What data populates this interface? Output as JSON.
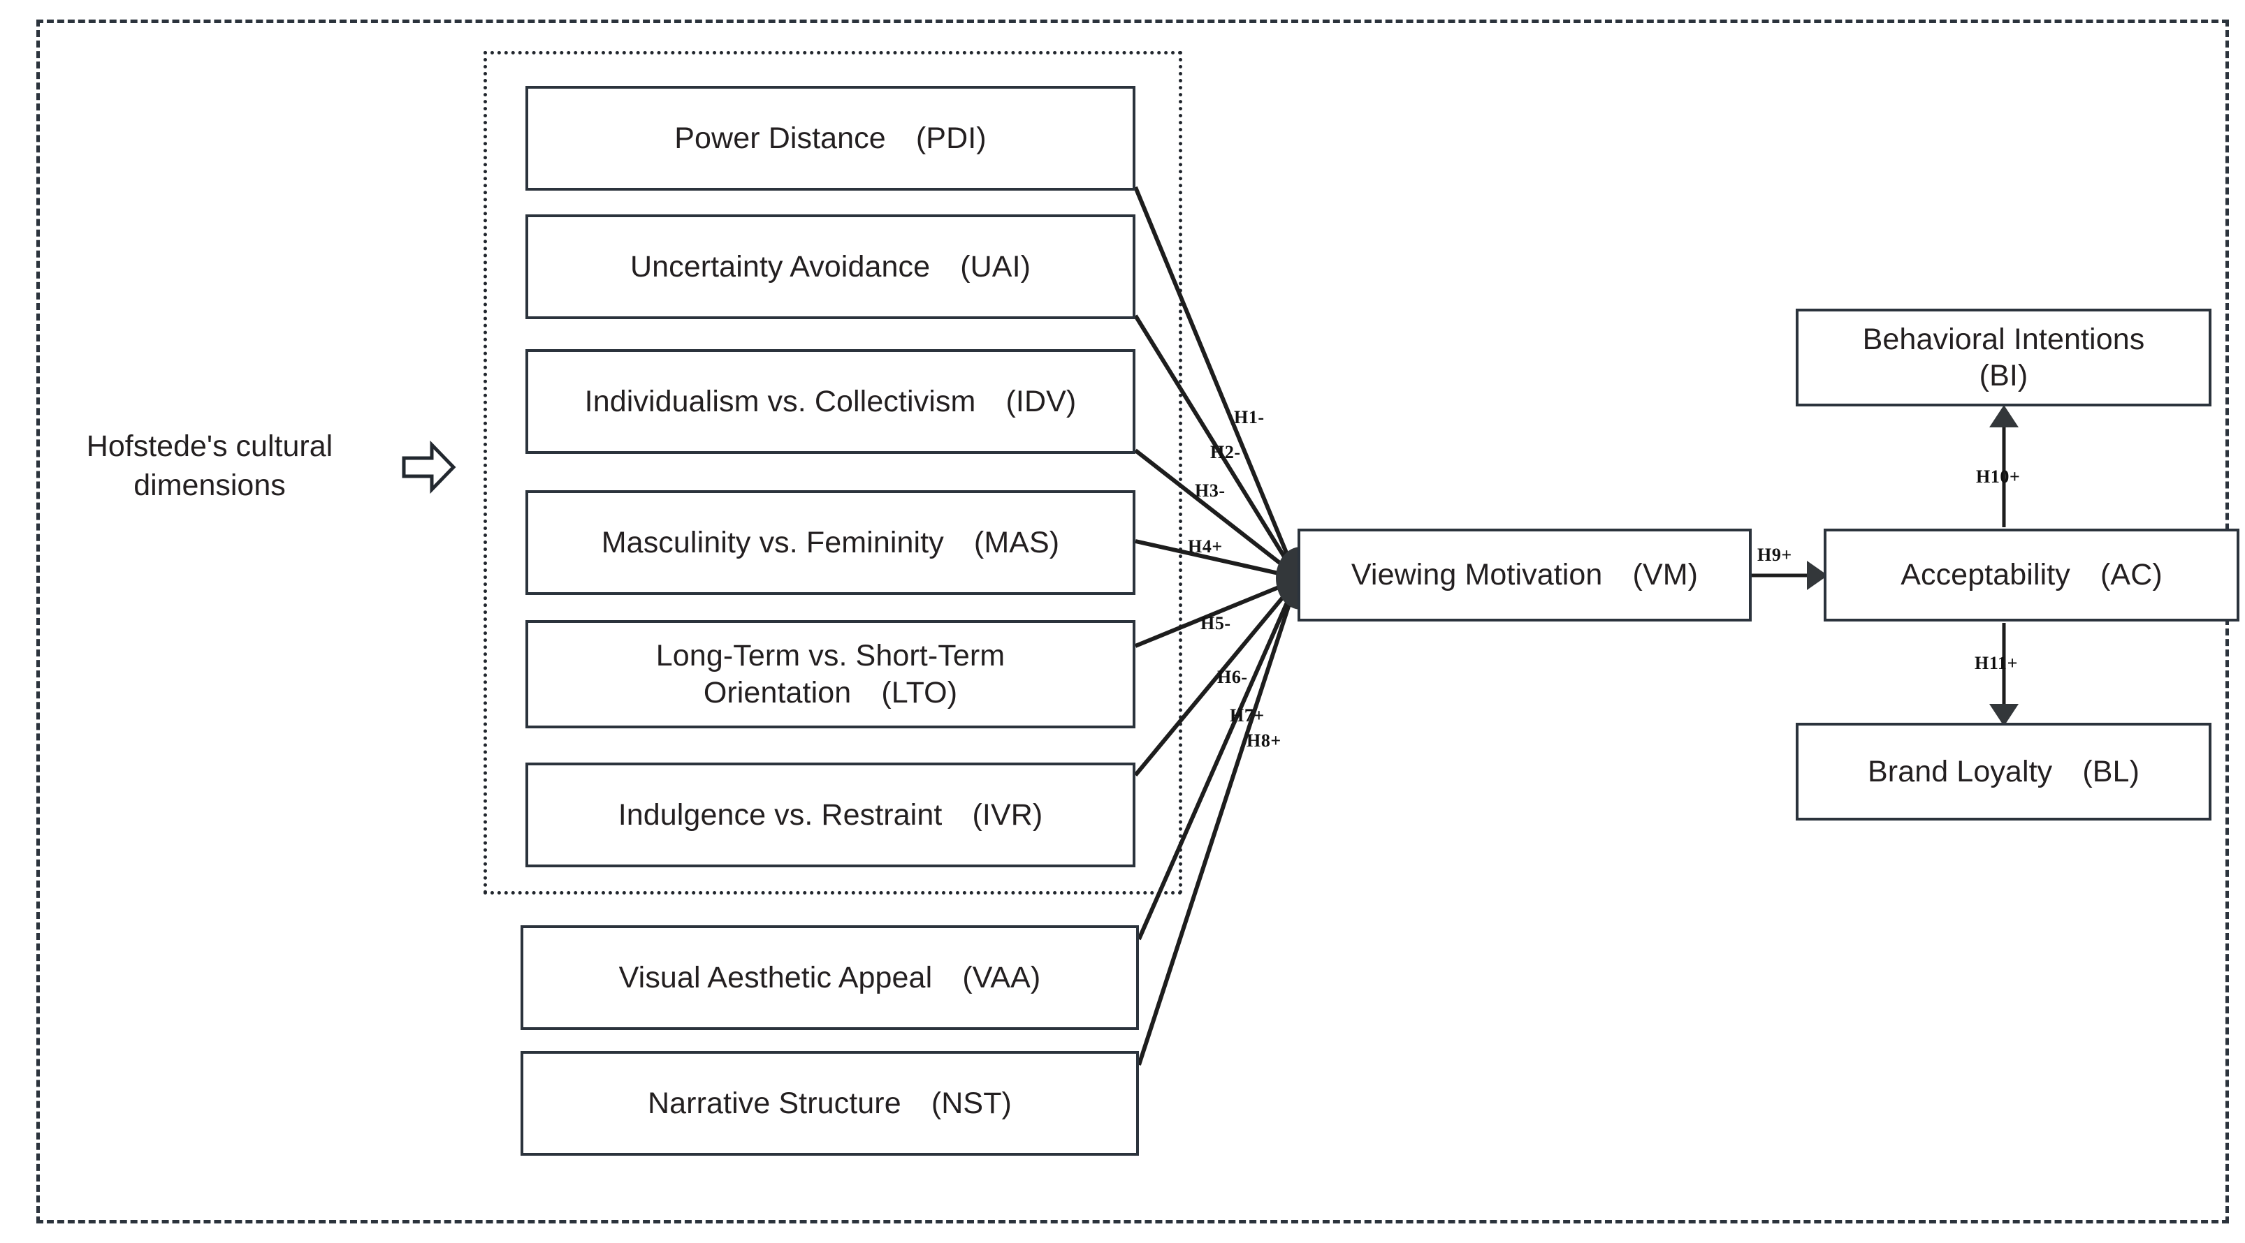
{
  "diagram": {
    "title": "Research model of Hofstede's cultural dimensions and viewing motivation",
    "caption": "Hofstede's cultural\ndimensions",
    "arrow_icon": "block-arrow-right-icon",
    "colors": {
      "box_border": "#2b333c",
      "line": "#1d1d1d",
      "hub": "#33373a",
      "text": "#231f20",
      "frame": "#2b333c"
    }
  },
  "antecedents": {
    "cultural_dimensions": [
      {
        "id": "PDI",
        "label": "Power Distance　(PDI)"
      },
      {
        "id": "UAI",
        "label": "Uncertainty Avoidance　(UAI)"
      },
      {
        "id": "IDV",
        "label": "Individualism vs. Collectivism　(IDV)"
      },
      {
        "id": "MAS",
        "label": "Masculinity vs. Femininity　(MAS)"
      },
      {
        "id": "LTO",
        "label": "Long-Term vs. Short-Term\nOrientation　(LTO)"
      },
      {
        "id": "IVR",
        "label": "Indulgence vs. Restraint　(IVR)"
      }
    ],
    "content_factors": [
      {
        "id": "VAA",
        "label": "Visual Aesthetic Appeal　(VAA)"
      },
      {
        "id": "NST",
        "label": "Narrative Structure　(NST)"
      }
    ]
  },
  "mediators": {
    "vm": {
      "id": "VM",
      "label": "Viewing Motivation　(VM)"
    },
    "ac": {
      "id": "AC",
      "label": "Acceptability　(AC)"
    }
  },
  "outcomes": [
    {
      "id": "BI",
      "label": "Behavioral Intentions\n(BI)"
    },
    {
      "id": "BL",
      "label": "Brand Loyalty　(BL)"
    }
  ],
  "hypotheses": [
    {
      "id": "H1",
      "label": "H1-",
      "from": "PDI",
      "to": "VM",
      "sign": "-"
    },
    {
      "id": "H2",
      "label": "H2-",
      "from": "UAI",
      "to": "VM",
      "sign": "-"
    },
    {
      "id": "H3",
      "label": "H3-",
      "from": "IDV",
      "to": "VM",
      "sign": "-"
    },
    {
      "id": "H4",
      "label": "H4+",
      "from": "MAS",
      "to": "VM",
      "sign": "+"
    },
    {
      "id": "H5",
      "label": "H5-",
      "from": "LTO",
      "to": "VM",
      "sign": "-"
    },
    {
      "id": "H6",
      "label": "H6-",
      "from": "IVR",
      "to": "VM",
      "sign": "-"
    },
    {
      "id": "H7",
      "label": "H7+",
      "from": "VAA",
      "to": "VM",
      "sign": "+"
    },
    {
      "id": "H8",
      "label": "H8+",
      "from": "NST",
      "to": "VM",
      "sign": "+"
    },
    {
      "id": "H9",
      "label": "H9+",
      "from": "VM",
      "to": "AC",
      "sign": "+"
    },
    {
      "id": "H10",
      "label": "H10+",
      "from": "AC",
      "to": "BI",
      "sign": "+"
    },
    {
      "id": "H11",
      "label": "H11+",
      "from": "AC",
      "to": "BL",
      "sign": "+"
    }
  ]
}
